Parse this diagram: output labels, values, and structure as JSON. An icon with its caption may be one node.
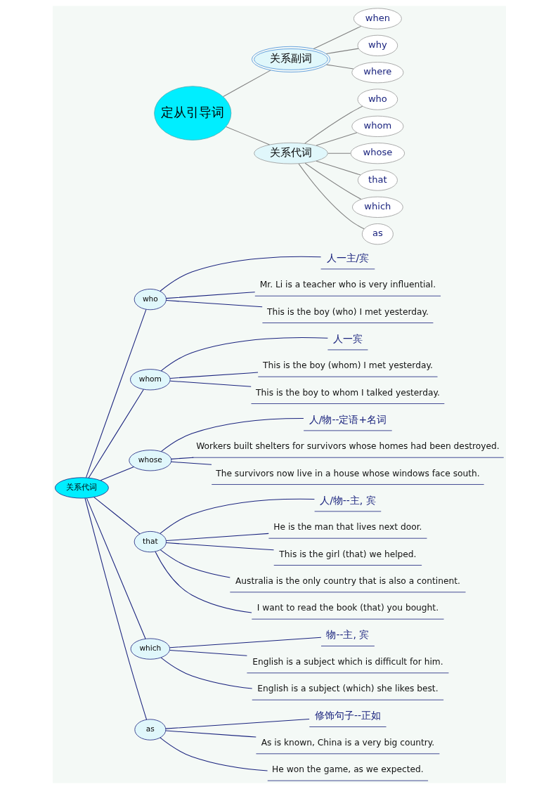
{
  "diagram": {
    "nodes": [
      {
        "text": [
          "定从引导词"
        ]
      },
      {
        "text": [
          "关系副词"
        ]
      },
      {
        "text": [
          "when"
        ]
      },
      {
        "text": [
          "why"
        ]
      },
      {
        "text": [
          "where"
        ]
      },
      {
        "text": [
          "关系代词"
        ]
      },
      {
        "text": [
          "who"
        ]
      },
      {
        "text": [
          "whom"
        ]
      },
      {
        "text": [
          "whose"
        ]
      },
      {
        "text": [
          "that"
        ]
      },
      {
        "text": [
          "which"
        ]
      },
      {
        "text": [
          "as"
        ]
      },
      {
        "text": [
          "关系代词"
        ]
      },
      {
        "text": [
          "who"
        ]
      },
      {
        "text": [
          "人一主/宾"
        ]
      },
      {
        "text": [
          "Mr. Li is a teacher who is very influential."
        ]
      },
      {
        "text": [
          "This is the boy (who) I met yesterday."
        ]
      },
      {
        "text": [
          "whom"
        ]
      },
      {
        "text": [
          "人一宾"
        ]
      },
      {
        "text": [
          "This is the boy (whom) I met yesterday."
        ]
      },
      {
        "text": [
          "This is the boy to whom I talked yesterday."
        ]
      },
      {
        "text": [
          "whose"
        ]
      },
      {
        "text": [
          "人/物--定语+名词"
        ]
      },
      {
        "text": [
          "Workers built shelters for survivors whose homes had been destroyed."
        ]
      },
      {
        "text": [
          "The survivors now live in a house whose windows face south."
        ]
      },
      {
        "text": [
          "that"
        ]
      },
      {
        "text": [
          "人/物--主, 宾"
        ]
      },
      {
        "text": [
          "He is the man that lives next door."
        ]
      },
      {
        "text": [
          "This is the girl (that) we helped."
        ]
      },
      {
        "text": [
          "Australia is the only country that is also a continent."
        ]
      },
      {
        "text": [
          "I want to read the book (that) you bought."
        ]
      },
      {
        "text": [
          "which"
        ]
      },
      {
        "text": [
          "物--主, 宾"
        ]
      },
      {
        "text": [
          "English is a subject which is difficult for him."
        ]
      },
      {
        "text": [
          "English is a subject (which) she likes best."
        ]
      },
      {
        "text": [
          "as"
        ]
      },
      {
        "text": [
          "修饰句子--正如"
        ]
      },
      {
        "text": [
          "As is known, China is a very big country."
        ]
      },
      {
        "text": [
          "He won the game, as we expected."
        ]
      }
    ],
    "edges": [
      {
        "from": 0,
        "to": 1,
        "arrow": "none",
        "color": "#808080"
      },
      {
        "from": 0,
        "to": 5,
        "arrow": "none",
        "color": "#808080"
      },
      {
        "from": 1,
        "to": 2,
        "arrow": "none",
        "color": "#808080"
      },
      {
        "from": 1,
        "to": 3,
        "arrow": "none",
        "color": "#808080"
      },
      {
        "from": 1,
        "to": 4,
        "arrow": "none",
        "color": "#808080"
      },
      {
        "from": 5,
        "to": 6,
        "arrow": "none",
        "color": "#808080"
      },
      {
        "from": 5,
        "to": 7,
        "arrow": "none",
        "color": "#808080"
      },
      {
        "from": 5,
        "to": 8,
        "arrow": "none",
        "color": "#808080"
      },
      {
        "from": 5,
        "to": 9,
        "arrow": "none",
        "color": "#808080"
      },
      {
        "from": 5,
        "to": 10,
        "arrow": "none",
        "color": "#808080"
      },
      {
        "from": 5,
        "to": 11,
        "arrow": "none",
        "color": "#808080"
      },
      {
        "from": 12,
        "to": 13,
        "arrow": "none"
      },
      {
        "from": 12,
        "to": 17,
        "arrow": "none"
      },
      {
        "from": 12,
        "to": 21,
        "arrow": "none"
      },
      {
        "from": 12,
        "to": 25,
        "arrow": "none"
      },
      {
        "from": 12,
        "to": 31,
        "arrow": "none"
      },
      {
        "from": 12,
        "to": 35,
        "arrow": "none"
      },
      {
        "from": 13,
        "to": 14,
        "arrow": "none"
      },
      {
        "from": 13,
        "to": 15,
        "arrow": "none"
      },
      {
        "from": 13,
        "to": 16,
        "arrow": "none"
      },
      {
        "from": 17,
        "to": 18,
        "arrow": "none"
      },
      {
        "from": 17,
        "to": 19,
        "arrow": "none"
      },
      {
        "from": 17,
        "to": 20,
        "arrow": "none"
      },
      {
        "from": 21,
        "to": 22,
        "arrow": "none"
      },
      {
        "from": 21,
        "to": 23,
        "arrow": "none"
      },
      {
        "from": 21,
        "to": 24,
        "arrow": "none"
      },
      {
        "from": 25,
        "to": 26,
        "arrow": "none"
      },
      {
        "from": 25,
        "to": 27,
        "arrow": "none"
      },
      {
        "from": 25,
        "to": 28,
        "arrow": "none"
      },
      {
        "from": 25,
        "to": 29,
        "arrow": "none"
      },
      {
        "from": 25,
        "to": 30,
        "arrow": "none"
      },
      {
        "from": 31,
        "to": 32,
        "arrow": "none"
      },
      {
        "from": 31,
        "to": 33,
        "arrow": "none"
      },
      {
        "from": 31,
        "to": 34,
        "arrow": "none"
      },
      {
        "from": 35,
        "to": 36,
        "arrow": "none"
      },
      {
        "from": 35,
        "to": 37,
        "arrow": "none"
      },
      {
        "from": 35,
        "to": 38,
        "arrow": "none"
      }
    ]
  }
}
